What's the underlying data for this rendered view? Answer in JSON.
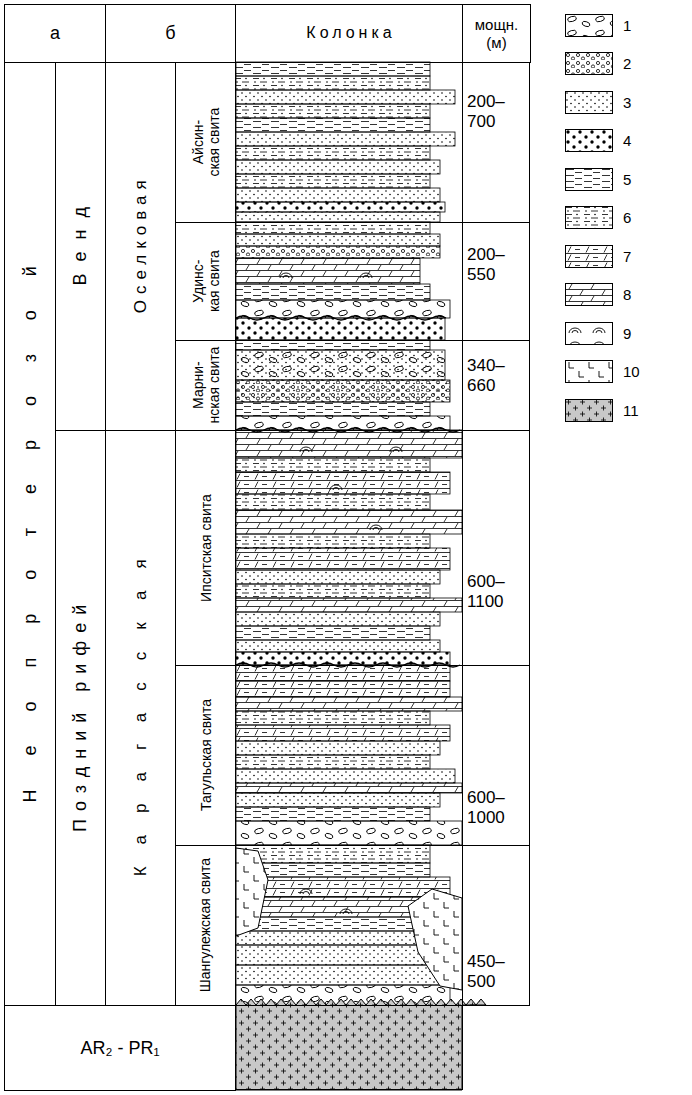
{
  "diagram": {
    "nodes": [
      {
        "text": [
          "а"
        ]
      },
      {
        "text": [
          "б"
        ]
      },
      {
        "text": [
          "Колонка"
        ]
      },
      {
        "text": [
          "мощн. (м)"
        ]
      },
      {
        "text": [
          "Неопротерозой"
        ]
      },
      {
        "text": [
          "Венд"
        ]
      },
      {
        "text": [
          "Оселковая"
        ]
      },
      {
        "text": [
          "Айсин- ская свита"
        ]
      },
      {
        "text": [
          "Удинс- кая свита"
        ]
      },
      {
        "text": [
          "Марни- нская свита"
        ]
      },
      {
        "text": [
          "Поздний рифей"
        ]
      },
      {
        "text": [
          "Карагасская"
        ]
      },
      {
        "text": [
          "Ипситская свита"
        ]
      },
      {
        "text": [
          "Тагульская свита"
        ]
      },
      {
        "text": [
          "Шангулежская свита"
        ]
      },
      {
        "text": [
          "AR₂ - PR₁"
        ]
      }
    ],
    "labels": [
      "200– 700",
      "200– 550",
      "340– 660",
      "600– 1100",
      "600– 1000",
      "450– 500"
    ],
    "legend": [
      {
        "text": "1"
      },
      {
        "text": "2"
      },
      {
        "text": "3"
      },
      {
        "text": "4"
      },
      {
        "text": "5"
      },
      {
        "text": "6"
      },
      {
        "text": "7"
      },
      {
        "text": "8"
      },
      {
        "text": "9"
      },
      {
        "text": "10"
      },
      {
        "text": "11"
      }
    ]
  }
}
